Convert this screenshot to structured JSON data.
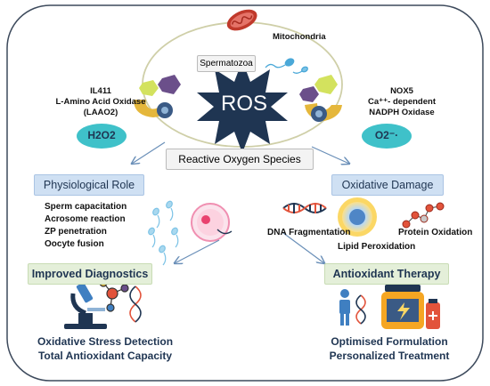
{
  "center": {
    "title": "ROS",
    "top_label": "Spermatozoa",
    "mitochondria_label": "Mitochondria",
    "central_box": "Reactive Oxygen Species"
  },
  "left_enzyme": {
    "line1": "IL411",
    "line2": "L-Amino Acid Oxidase",
    "line3": "(LAAO2)",
    "badge": "H2O2"
  },
  "right_enzyme": {
    "line1": "NOX5",
    "line2": "Ca⁺⁺- dependent",
    "line3": "NADPH Oxidase",
    "badge": "O2⁻·"
  },
  "physiological": {
    "heading": "Physiological Role",
    "items": [
      "Sperm capacitation",
      "Acrosome reaction",
      "ZP penetration",
      "Oocyte fusion"
    ]
  },
  "oxidative": {
    "heading": "Oxidative Damage",
    "dna": "DNA Fragmentation",
    "lipid": "Lipid Peroxidation",
    "protein": "Protein Oxidation"
  },
  "diagnostics": {
    "heading": "Improved Diagnostics",
    "line1": "Oxidative Stress Detection",
    "line2": "Total Antioxidant Capacity"
  },
  "therapy": {
    "heading": "Antioxidant Therapy",
    "line1": "Optimised Formulation",
    "line2": "Personalized Treatment"
  },
  "colors": {
    "frame": "#3d4a5c",
    "teal_badge": "#3fc1c9",
    "blue_box": "#cfe0f3",
    "green_box": "#e4efd9",
    "star": "#1f3552",
    "mito": "#c0392b"
  }
}
